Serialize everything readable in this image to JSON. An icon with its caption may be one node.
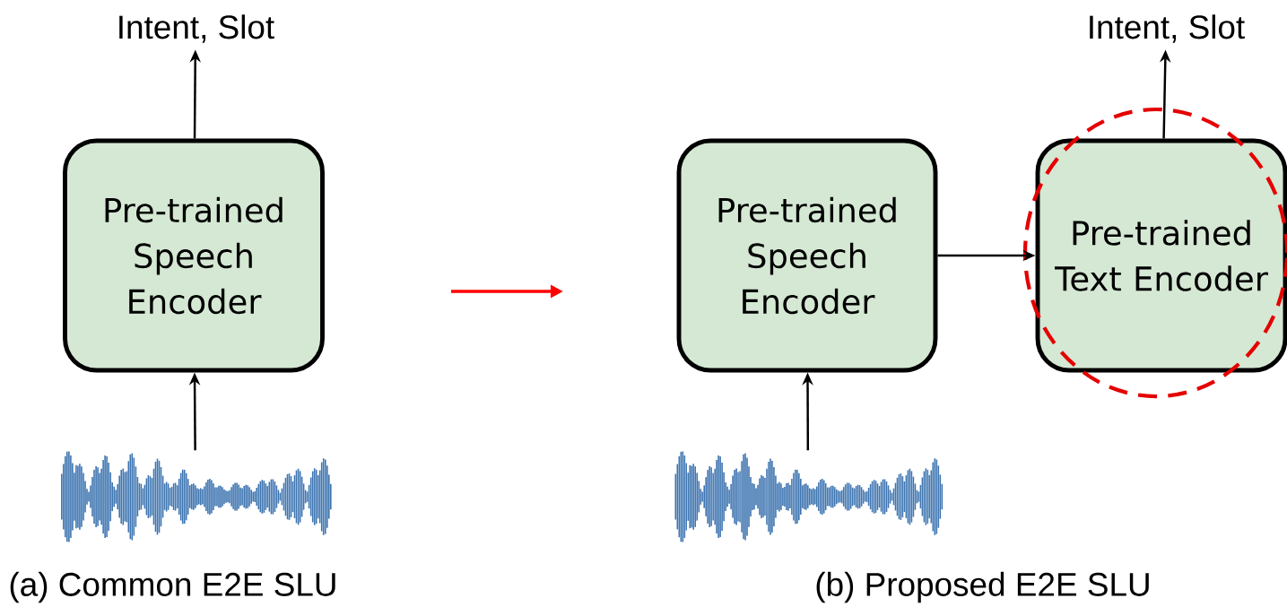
{
  "diagram": {
    "nodes": [
      {
        "text": [
          "Intent, Slot"
        ]
      },
      {
        "text": [
          "Pre-trained Speech Encoder"
        ]
      },
      {
        "text": [],
        "shape": "picture"
      },
      {
        "text": [
          "Intent, Slot"
        ]
      },
      {
        "text": [
          "Pre-trained Speech Encoder"
        ]
      },
      {
        "text": [
          "Pre-trained Text Encoder"
        ]
      },
      {
        "text": [],
        "shape": "picture"
      }
    ],
    "edges": [
      {
        "from": 2,
        "to": 1,
        "arrow": "to"
      },
      {
        "from": 1,
        "to": 0,
        "arrow": "to"
      },
      {
        "from": 6,
        "to": 4,
        "arrow": "to"
      },
      {
        "from": 4,
        "to": 5,
        "arrow": "to"
      },
      {
        "from": 5,
        "to": 3,
        "arrow": "to"
      }
    ],
    "labels": [
      "(a) Common E2E SLU",
      "(b) Proposed E2E SLU"
    ]
  }
}
